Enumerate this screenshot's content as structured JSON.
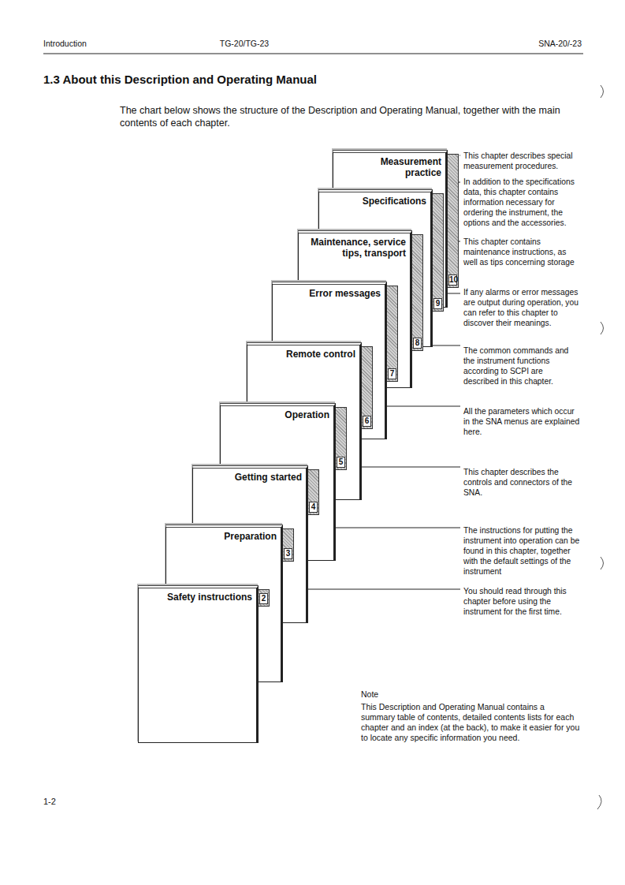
{
  "diagram": {
    "title": "1.3 About this Description and Operating Manual",
    "nodes": [
      {
        "text": [
          "Measurement practice",
          "10"
        ]
      },
      {
        "text": [
          "Specifications",
          "9"
        ]
      },
      {
        "text": [
          "Maintenance, service tips, transport",
          "8"
        ]
      },
      {
        "text": [
          "Error messages",
          "7"
        ]
      },
      {
        "text": [
          "Remote control",
          "6"
        ]
      },
      {
        "text": [
          "Operation",
          "5"
        ]
      },
      {
        "text": [
          "Getting started",
          "4"
        ]
      },
      {
        "text": [
          "Preparation",
          "3"
        ]
      },
      {
        "text": [
          "Safety instructions",
          "2"
        ]
      }
    ],
    "labels": [
      "Introduction",
      "TG-20/TG-23",
      "SNA-20/-23",
      "The chart below shows the structure of the Description and Operating Manual, together with the main contents of each chapter.",
      "This chapter describes special measurement procedures.",
      "In addition to the specifications data, this chapter contains information necessary for ordering the instrument, the options and the accessories.",
      "This chapter contains maintenance instructions, as well as tips concerning storage",
      "If any alarms or error messages are output during operation, you can refer to this chapter to discover their meanings.",
      "The common commands and the instrument functions according to SCPI are described in this chapter.",
      "All the parameters which occur in the SNA menus are explained here.",
      "This chapter describes the controls and connectors of the SNA.",
      "The instructions for putting the instrument into operation can be found in this chapter, together with the default settings of the instrument",
      "You should read through this chapter before using the instrument for the first time.",
      "Note",
      "This Description and Operating Manual contains a summary table of contents, detailed contents lists for each chapter and an index (at the back), to make it easier for you to locate any specific information you need.",
      "1-2"
    ]
  }
}
